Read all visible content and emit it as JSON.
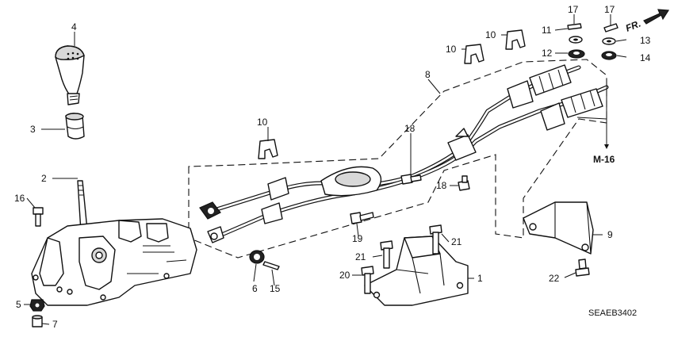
{
  "diagram": {
    "orientation_label": "FR.",
    "reference": "M-16",
    "code": "SEAEB3402",
    "callouts": [
      "1",
      "2",
      "3",
      "4",
      "5",
      "6",
      "7",
      "8",
      "9",
      "10",
      "10",
      "10",
      "11",
      "12",
      "13",
      "14",
      "15",
      "16",
      "17",
      "17",
      "18",
      "18",
      "19",
      "20",
      "21",
      "21",
      "22"
    ]
  }
}
